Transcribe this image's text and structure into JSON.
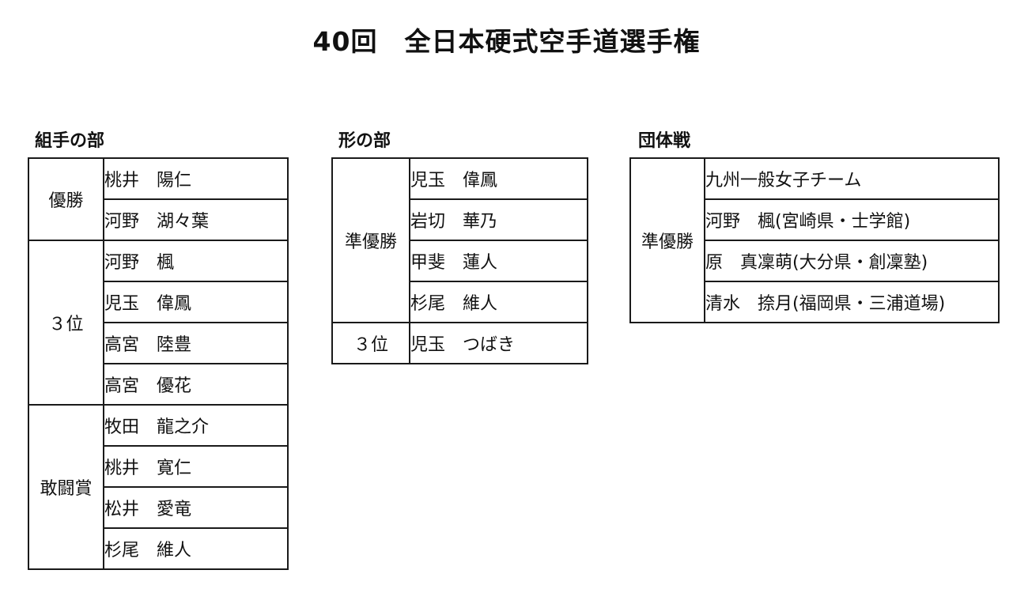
{
  "title": "40回　全日本硬式空手道選手権",
  "kumite": {
    "heading": "組手の部",
    "groups": [
      {
        "label": "優勝",
        "names": [
          "桃井　陽仁",
          "河野　湖々葉"
        ]
      },
      {
        "label": "３位",
        "names": [
          "河野　楓",
          "児玉　偉鳳",
          "高宮　陸豊",
          "高宮　優花"
        ]
      },
      {
        "label": "敢闘賞",
        "names": [
          "牧田　龍之介",
          "桃井　寛仁",
          "松井　愛竜",
          "杉尾　維人"
        ]
      }
    ]
  },
  "kata": {
    "heading": "形の部",
    "groups": [
      {
        "label": "準優勝",
        "names": [
          "児玉　偉鳳",
          "岩切　華乃",
          "甲斐　蓮人",
          "杉尾　維人"
        ]
      },
      {
        "label": "３位",
        "names": [
          "児玉　つばき"
        ]
      }
    ]
  },
  "team": {
    "heading": "団体戦",
    "groups": [
      {
        "label": "準優勝",
        "names": [
          "九州一般女子チーム",
          "河野　楓(宮崎県・士学館)",
          "原　真凜萌(大分県・創凜塾)",
          "清水　捺月(福岡県・三浦道場)"
        ]
      }
    ]
  }
}
